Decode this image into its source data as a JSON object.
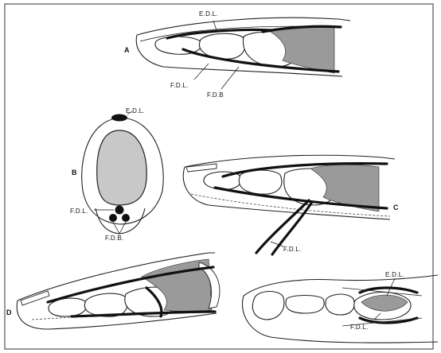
{
  "panels": {
    "a": {
      "letter": "A",
      "edl": "E.D.L.",
      "fdl": "F.D.L.",
      "fdb": "F.D.B"
    },
    "b": {
      "letter": "B",
      "edl": "E.D.L.",
      "fdl": "F.D.L.",
      "fdb": "F.D.B."
    },
    "c": {
      "letter": "C",
      "fdl": "F.D.L."
    },
    "d": {
      "letter": "D"
    },
    "e": {
      "edl": "E.D.L.",
      "fdl": "F.D.L."
    }
  },
  "colors": {
    "ink": "#111111",
    "fill_gray": "#c8c8c8",
    "frame": "#555555"
  }
}
